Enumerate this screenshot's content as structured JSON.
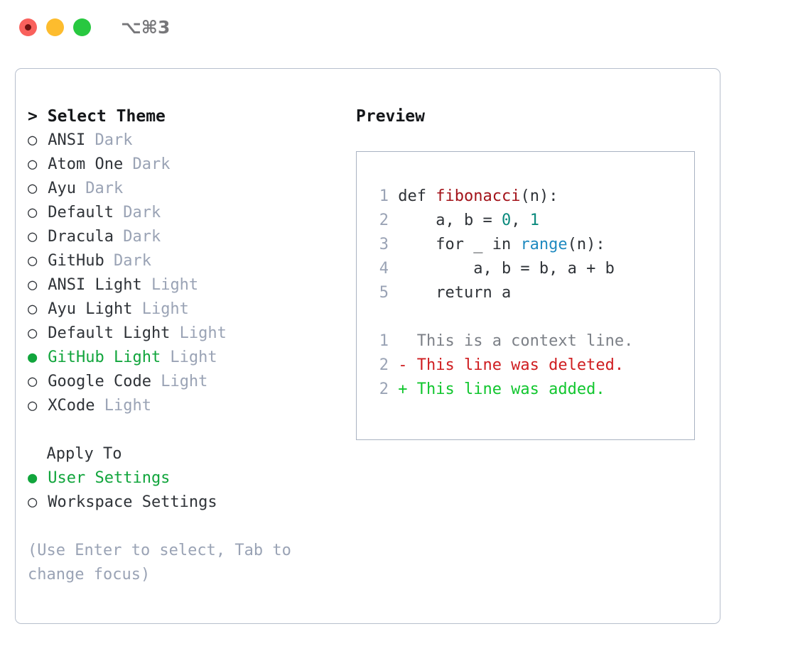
{
  "window": {
    "shortcut": "⌥⌘3",
    "traffic_lights": [
      {
        "name": "close",
        "color": "#f9615c"
      },
      {
        "name": "minimize",
        "color": "#fdbc2e"
      },
      {
        "name": "maximize",
        "color": "#28c840"
      }
    ]
  },
  "theme_picker": {
    "caret": ">",
    "title": "Select Theme",
    "glyph_selected": "●",
    "glyph_unselected": "○",
    "accent_color": "#11a53c",
    "items": [
      {
        "label": "ANSI",
        "variant": "Dark",
        "selected": false
      },
      {
        "label": "Atom One",
        "variant": "Dark",
        "selected": false
      },
      {
        "label": "Ayu",
        "variant": "Dark",
        "selected": false
      },
      {
        "label": "Default",
        "variant": "Dark",
        "selected": false
      },
      {
        "label": "Dracula",
        "variant": "Dark",
        "selected": false
      },
      {
        "label": "GitHub",
        "variant": "Dark",
        "selected": false
      },
      {
        "label": "ANSI Light",
        "variant": "Light",
        "selected": false
      },
      {
        "label": "Ayu Light",
        "variant": "Light",
        "selected": false
      },
      {
        "label": "Default Light",
        "variant": "Light",
        "selected": false
      },
      {
        "label": "GitHub Light",
        "variant": "Light",
        "selected": true
      },
      {
        "label": "Google Code",
        "variant": "Light",
        "selected": false
      },
      {
        "label": "XCode",
        "variant": "Light",
        "selected": false
      }
    ]
  },
  "apply_to": {
    "title": "Apply To",
    "items": [
      {
        "label": "User Settings",
        "selected": true
      },
      {
        "label": "Workspace Settings",
        "selected": false
      }
    ]
  },
  "hint": "(Use Enter to select, Tab to change focus)",
  "preview": {
    "title": "Preview",
    "code_lines": [
      {
        "n": "1",
        "tokens": [
          {
            "t": "def ",
            "c": "plain"
          },
          {
            "t": "fibonacci",
            "c": "fn"
          },
          {
            "t": "(n):",
            "c": "plain"
          }
        ]
      },
      {
        "n": "2",
        "tokens": [
          {
            "t": "    a, b = ",
            "c": "plain"
          },
          {
            "t": "0",
            "c": "num"
          },
          {
            "t": ", ",
            "c": "plain"
          },
          {
            "t": "1",
            "c": "num"
          }
        ]
      },
      {
        "n": "3",
        "tokens": [
          {
            "t": "    for _ in ",
            "c": "plain"
          },
          {
            "t": "range",
            "c": "call"
          },
          {
            "t": "(n):",
            "c": "plain"
          }
        ]
      },
      {
        "n": "4",
        "tokens": [
          {
            "t": "        a, b = b, a + b",
            "c": "plain"
          }
        ]
      },
      {
        "n": "5",
        "tokens": [
          {
            "t": "    return a",
            "c": "plain"
          }
        ]
      }
    ],
    "diff_lines": [
      {
        "n": "1",
        "marker": "  ",
        "text": "This is a context line.",
        "kind": "ctx"
      },
      {
        "n": "2",
        "marker": "- ",
        "text": "This line was deleted.",
        "kind": "del"
      },
      {
        "n": "2",
        "marker": "+ ",
        "text": "This line was added.",
        "kind": "add"
      }
    ]
  }
}
